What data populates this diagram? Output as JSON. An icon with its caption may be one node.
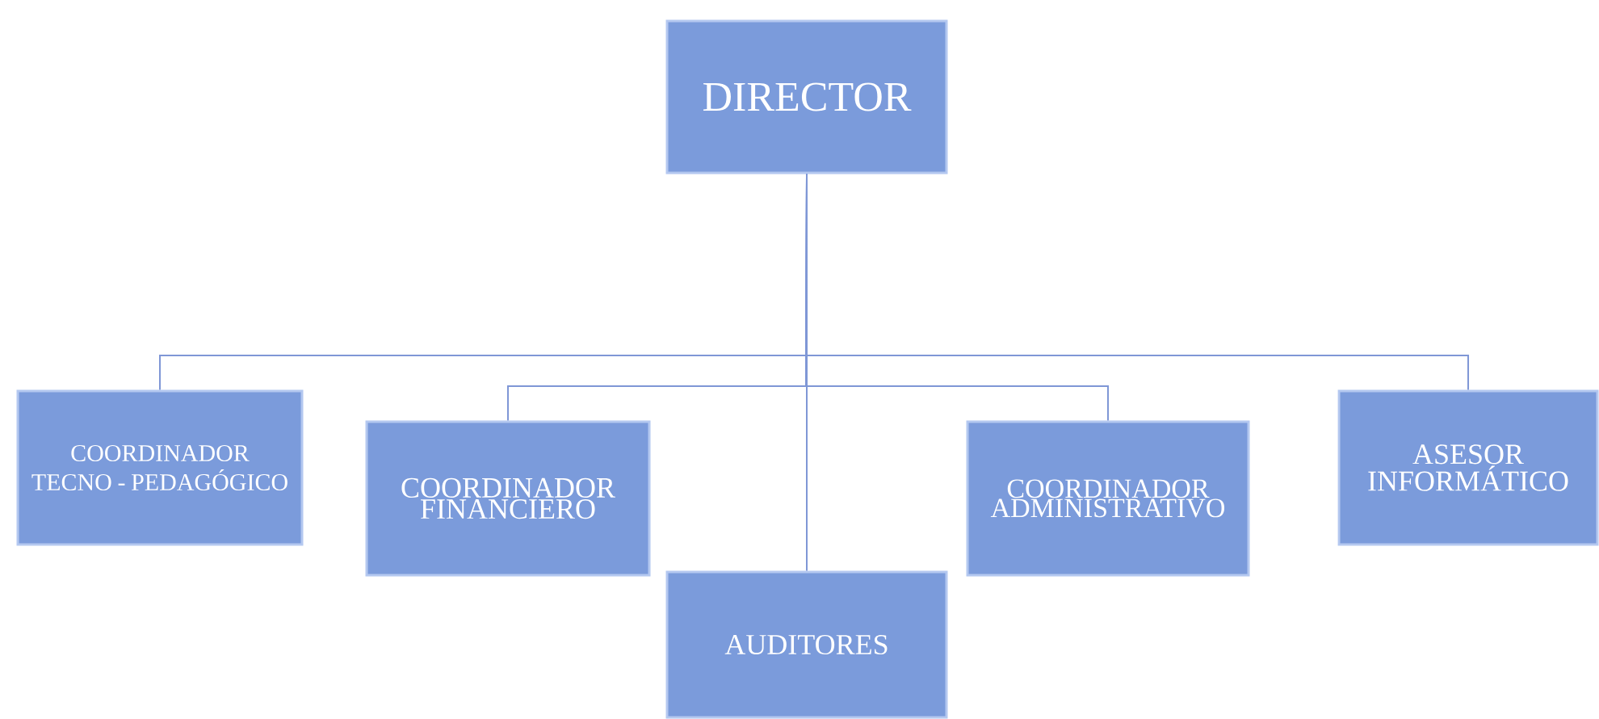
{
  "diagram": {
    "nodes": [
      {
        "text": [
          "DIRECTOR"
        ]
      },
      {
        "text": [
          "COORDINADOR",
          "TECNO - PEDAGÓGICO"
        ]
      },
      {
        "text": [
          "COORDINADOR FINANCIERO"
        ]
      },
      {
        "text": [
          "AUDITORES"
        ]
      },
      {
        "text": [
          "COORDINADOR ADMINISTRATIVO"
        ]
      },
      {
        "text": [
          "ASESOR INFORMÁTICO"
        ]
      }
    ],
    "edges": [
      {
        "from": 0,
        "to": 1,
        "arrow": "none"
      },
      {
        "from": 0,
        "to": 2,
        "arrow": "none"
      },
      {
        "from": 0,
        "to": 3,
        "arrow": "none"
      },
      {
        "from": 0,
        "to": 4,
        "arrow": "none"
      },
      {
        "from": 0,
        "to": 5,
        "arrow": "none"
      }
    ]
  }
}
